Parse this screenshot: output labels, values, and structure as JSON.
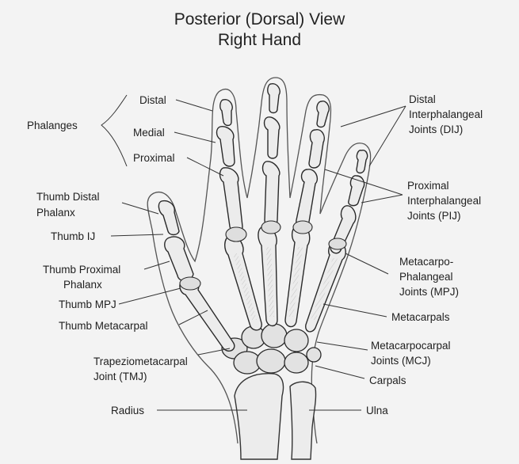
{
  "title": {
    "line1": "Posterior (Dorsal) View",
    "line2": "Right Hand"
  },
  "labels": {
    "phalanges": "Phalanges",
    "distal": "Distal",
    "medial": "Medial",
    "proximal": "Proximal",
    "thumb_distal_1": "Thumb Distal",
    "thumb_distal_2": "Phalanx",
    "thumb_ij": "Thumb IJ",
    "thumb_proximal_1": "Thumb Proximal",
    "thumb_proximal_2": "Phalanx",
    "thumb_mpj": "Thumb MPJ",
    "thumb_metacarpal": "Thumb Metacarpal",
    "tmj_1": "Trapeziometacarpal",
    "tmj_2": "Joint (TMJ)",
    "radius": "Radius",
    "dij_1": "Distal",
    "dij_2": "Interphalangeal",
    "dij_3": "Joints  (DIJ)",
    "pij_1": "Proximal",
    "pij_2": "Interphalangeal",
    "pij_3": "Joints  (PIJ)",
    "mpj_1": "Metacarpo-",
    "mpj_2": "Phalangeal",
    "mpj_3": "Joints  (MPJ)",
    "metacarpals": "Metacarpals",
    "mcj_1": "Metacarpocarpal",
    "mcj_2": "Joints  (MCJ)",
    "carpals": "Carpals",
    "ulna": "Ulna"
  }
}
